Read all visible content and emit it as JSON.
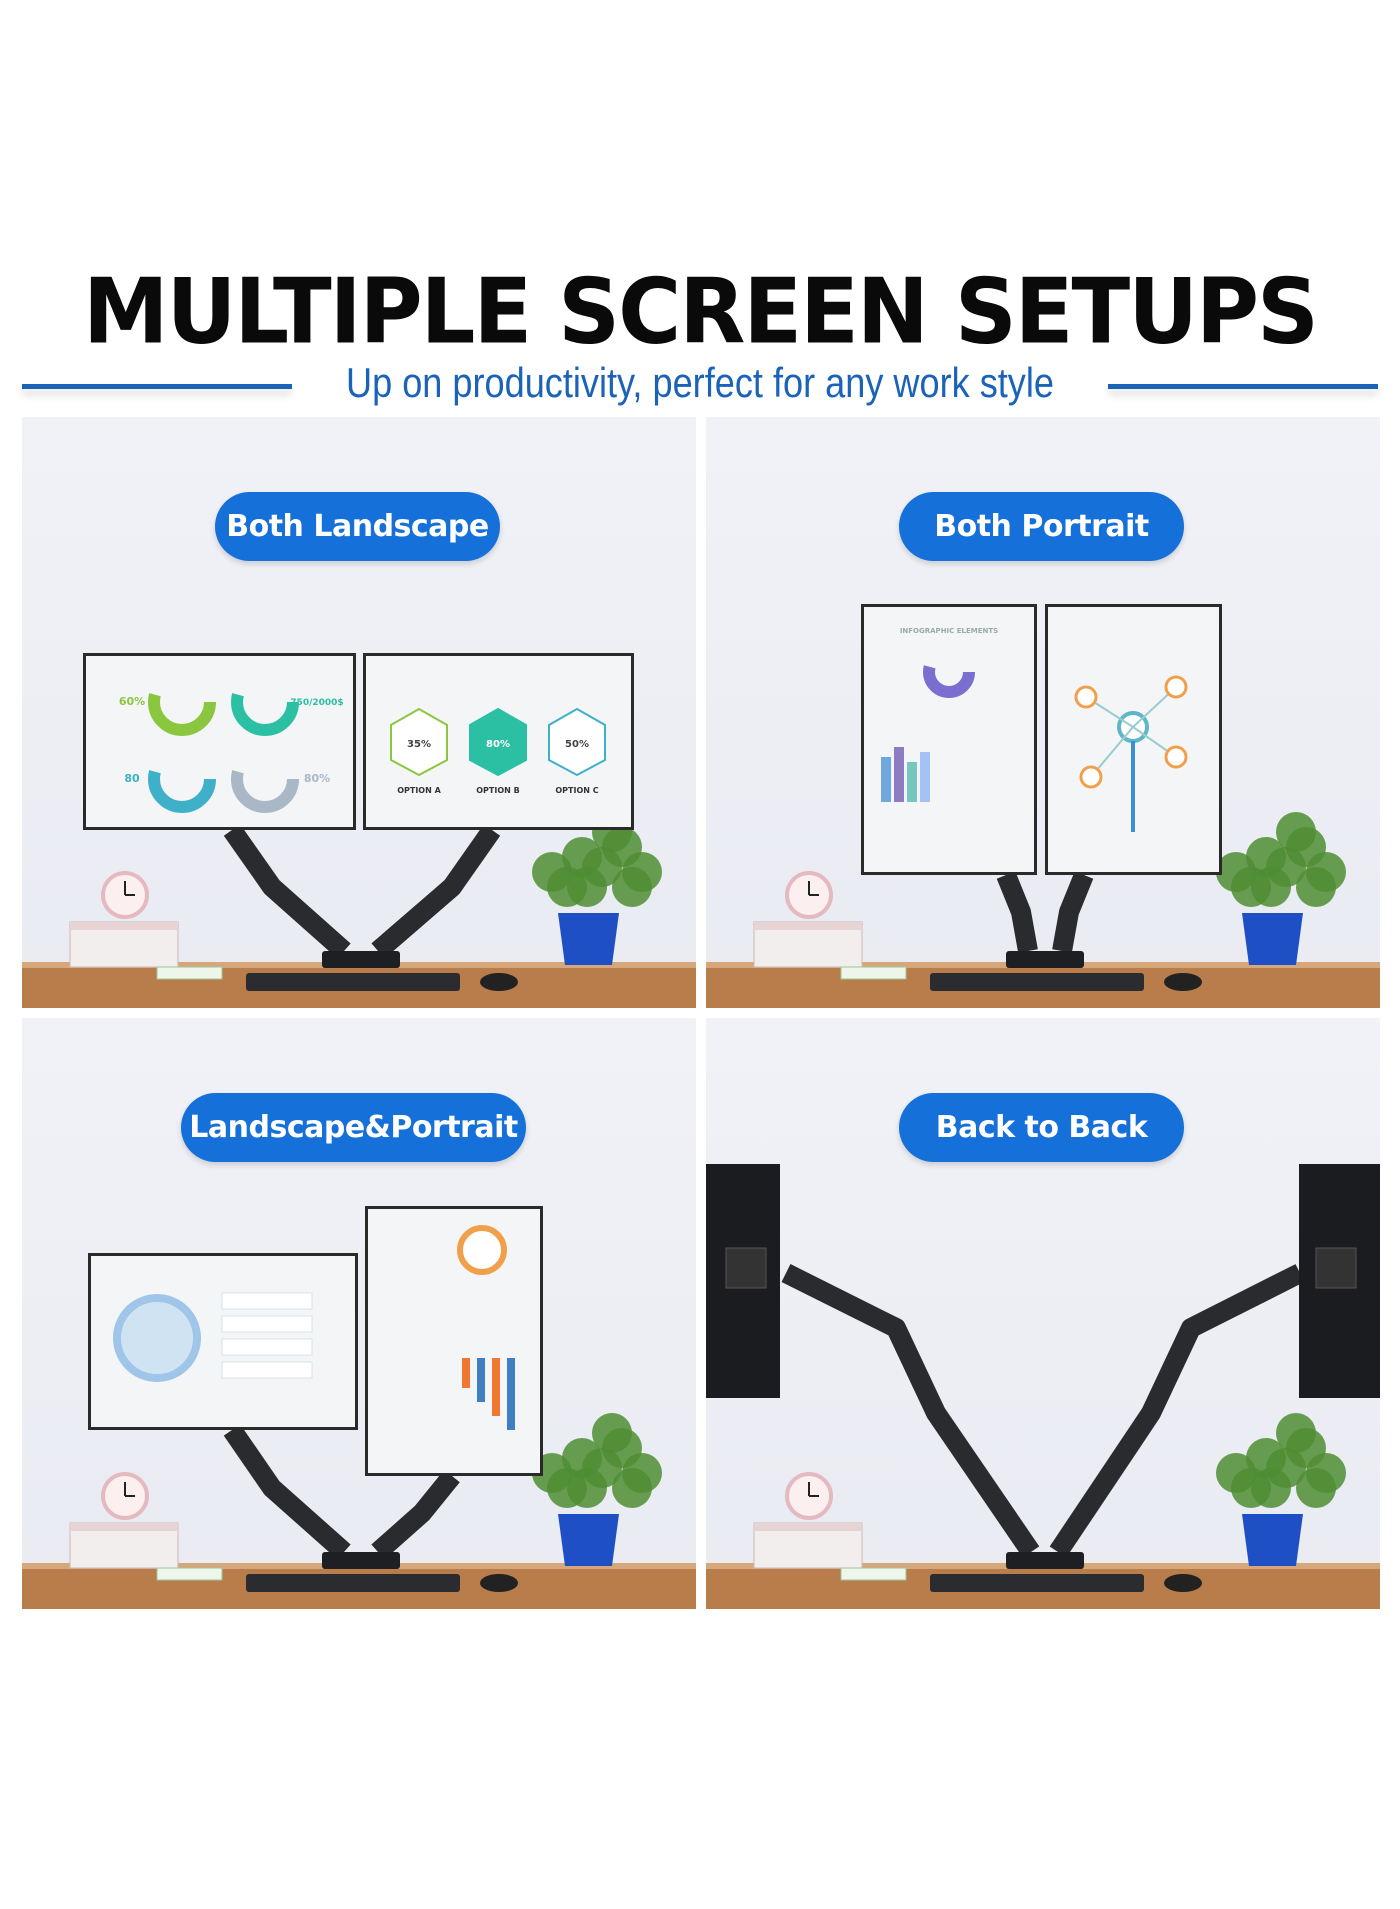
{
  "header": {
    "title": "MULTIPLE SCREEN SETUPS",
    "subtitle": "Up on productivity, perfect for any work style",
    "accent_color": "#1a63b8"
  },
  "panels": [
    {
      "label": "Both Landscape",
      "layout": "landscape-landscape",
      "screen_text": {
        "left": [
          "60%",
          "750/2000$",
          "80",
          "80%"
        ],
        "right": [
          "35%",
          "80%",
          "50%",
          "OPTION A",
          "OPTION B",
          "OPTION C"
        ]
      }
    },
    {
      "label": "Both Portrait",
      "layout": "portrait-portrait",
      "screen_text": {
        "left": [
          "INFOGRAPHIC ELEMENTS"
        ]
      }
    },
    {
      "label": "Landscape&Portrait",
      "layout": "landscape-portrait"
    },
    {
      "label": "Back to Back",
      "layout": "back-to-back"
    }
  ],
  "colors": {
    "pill": "#1670d9",
    "desk": "#b87d4b",
    "arm": "#2a2b2e",
    "pot": "#1f4fc4"
  }
}
